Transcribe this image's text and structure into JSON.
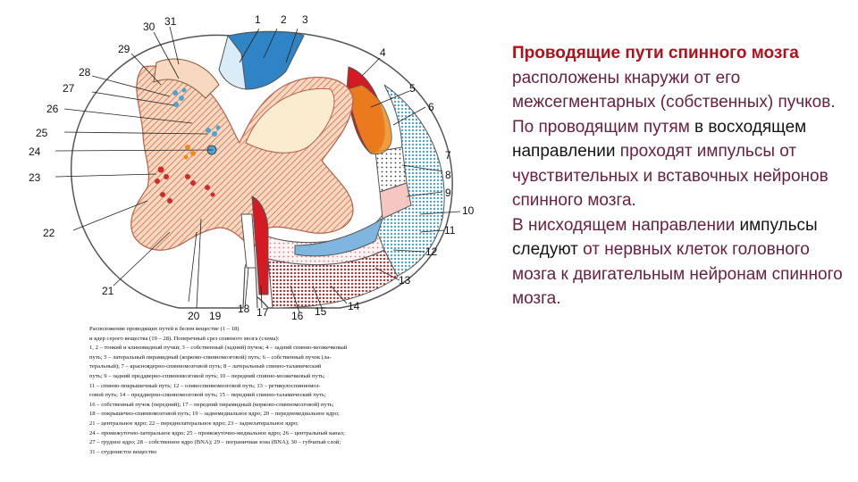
{
  "diagram": {
    "numbers": [
      "1",
      "2",
      "3",
      "4",
      "5",
      "6",
      "7",
      "8",
      "9",
      "10",
      "11",
      "12",
      "13",
      "14",
      "15",
      "16",
      "17",
      "18",
      "19",
      "20",
      "21",
      "22",
      "23",
      "24",
      "25",
      "26",
      "27",
      "28",
      "29",
      "30",
      "31"
    ]
  },
  "caption": {
    "lines": [
      "Расположение проводящих путей в белом веществе (1 – 18)",
      "и ядер серого вещества (19 – 28). Поперечный срез спинного мозга (схема):",
      "1, 2 – тонкий и клиновидный пучки; 3 – собственный (задний) пучок; 4 – задний спинно-мозжечковый",
      "путь; 5 – латеральный пирамидный (корково-спинномозговой) путь; 6 – собственный пучок (ла-",
      "теральный); 7 – красноядерно-спинномозговой путь; 8 – латеральный спинно-таламический",
      "путь; 9 – задний преддверно-спинномозговой путь; 10 – передний спинно-мозжечковый путь;",
      "11 – спинно-покрышечный путь; 12 – оливоспинномозговой путь; 13 – ретикулоспинномоз-",
      "говой путь; 14 – преддверно-спинномозговой путь; 15 – передний спинно-таламический путь;",
      "16 – собственный пучок (передний); 17 – передний пирамидный (корково-спинномозговой) путь;",
      "18 – покрышечно-спинномозговой путь; 19 – заднемедиальное ядро; 20 – переднемедиальное ядро;",
      "21 – центральное ядро; 22 – переднелатеральное ядро; 23 – заднелатеральное ядро;",
      "24 – промежуточно-латеральное ядро; 25 – промежуточно-медиальное ядро; 26 – центральный канал;",
      "27 – грудное ядро; 28 – собственное ядро (BNA); 29 – пограничная зона (BNA); 30 – губчатый слой;",
      "31 – студенистое вещество"
    ]
  },
  "text_panel": {
    "title_part1": "Проводящие пути спинного",
    "title_part2": "мозга",
    "t1": " расположены кнаружи от его межсегментарных (собственных) пучков. По проводящим путям ",
    "t2": "в восходящем направлении",
    "t3": " проходят импульсы от чувствительных и вставочных нейронов спинного мозга.",
    "t4": "В нисходящем направлении",
    "t5": " импульсы следуют ",
    "t6": "от нервных клеток головного мозга к двигательным нейронам спинного мозга."
  },
  "colors": {
    "title": "#b0101a",
    "body_text": "#6a2040",
    "blue_tract": "#2f84c6",
    "red_tract": "#d41a22",
    "orange_tract": "#f08a1e",
    "light_blue": "#8fc6e6",
    "gray_matter": "#f2c9a6",
    "nuclei": "#d02a2a"
  }
}
